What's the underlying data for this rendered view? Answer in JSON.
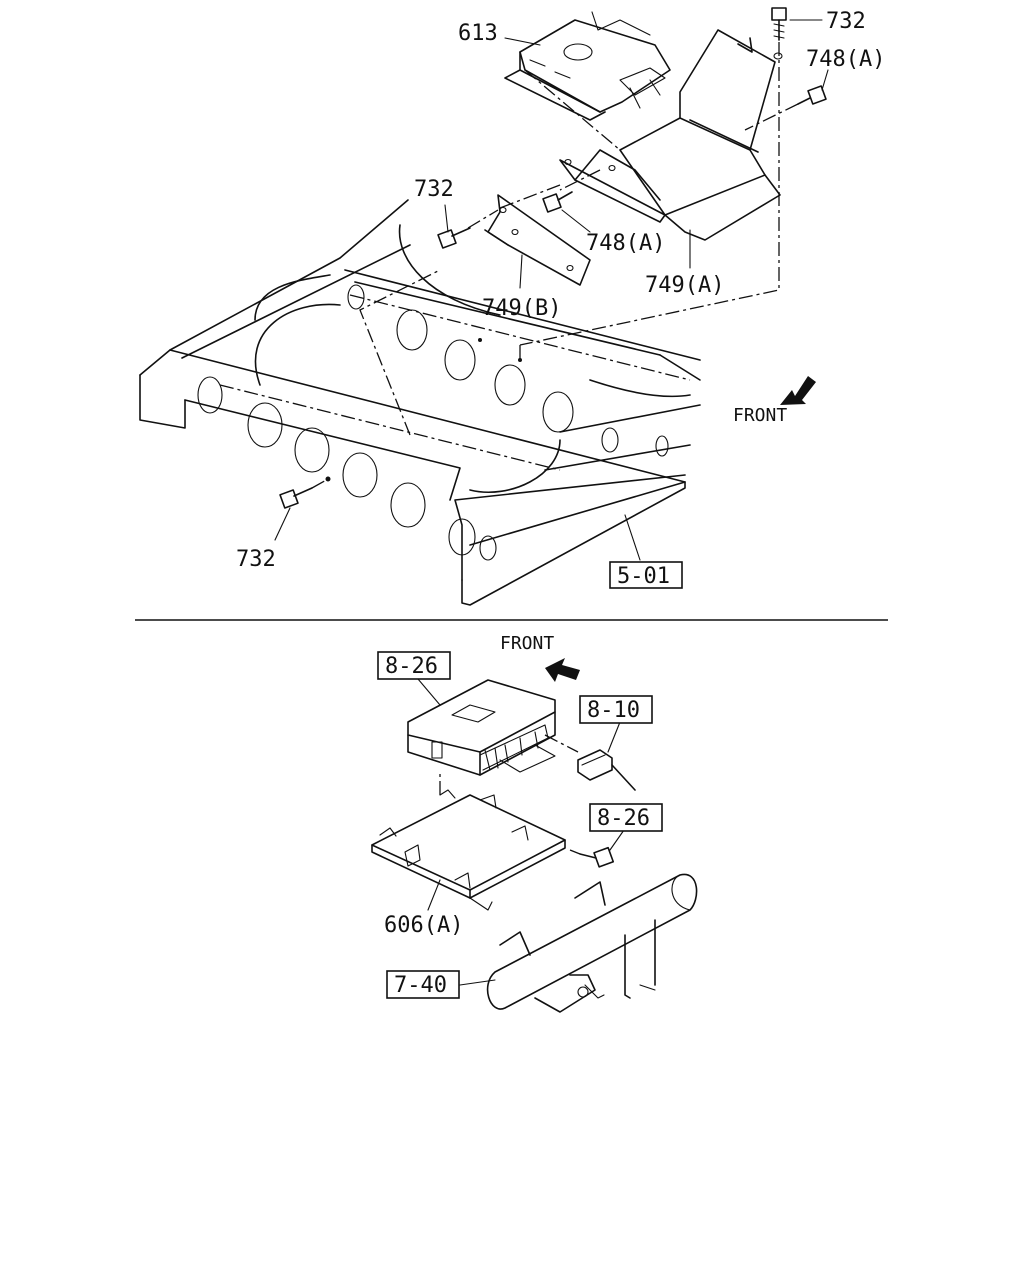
{
  "top": {
    "callouts": {
      "c613": "613",
      "c732_top": "732",
      "c748a_top": "748(A)",
      "c732_mid": "732",
      "c748a_mid": "748(A)",
      "c749b": "749(B)",
      "c749a": "749(A)",
      "c732_bottom": "732"
    },
    "front_label": "FRONT",
    "ref_box": "5-01"
  },
  "bottom": {
    "front_label": "FRONT",
    "refs": {
      "r826_top": "8-26",
      "r810": "8-10",
      "r826_bolt": "8-26",
      "r740": "7-40"
    },
    "callouts": {
      "c606a": "606(A)"
    }
  }
}
